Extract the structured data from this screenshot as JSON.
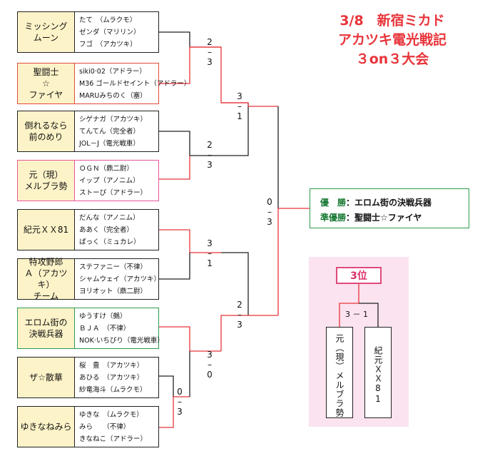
{
  "event_title": [
    "3/8　新宿ミカド",
    "アカツキ電光戦記",
    "３on３大会"
  ],
  "teams": [
    {
      "name": "ミッシング\nムーン",
      "members": [
        "たて　（ムラクモ）",
        "ゼンダ（マリリン）",
        "フゴ　（アカツキ）"
      ]
    },
    {
      "name": "聖闘士\n☆\nファイヤ",
      "members": [
        "siki0·02（アドラー）",
        "M36 ゴールドセイント（アドラー）",
        "MARUみちのく（塞）"
      ]
    },
    {
      "name": "倒れるなら\n前のめり",
      "members": [
        "シゲナガ（アカツキ）",
        "てんてん（完全者）",
        "JOL－J（電光戦車）"
      ]
    },
    {
      "name": "元（現）\nメルブラ勢",
      "members": [
        "ＯＧＮ（鼎二尉）",
        "イップ（アノニム）",
        "ストーぴ（アドラー）"
      ]
    },
    {
      "name": "紀元ＸＸ81",
      "members": [
        "だんな（アノニム）",
        "ああく（完全者）",
        "ぱっく（ミュカレ）"
      ]
    },
    {
      "name": "特攻野郎\nＡ（アカツキ）\nチーム",
      "members": [
        "ステファニー（不律）",
        "シャムウェイ（アカツキ）",
        "ヨリオット（鼎二尉）"
      ]
    },
    {
      "name": "エロム街の\n決戦兵器",
      "members": [
        "ゆうすけ（鵺）",
        "ＢＪＡ　（不律）",
        "NOK·いちびり（電光戦車）"
      ]
    },
    {
      "name": "ザ☆散華",
      "members": [
        "桜　豊　（アカツキ）",
        "あひる　（アカツキ）",
        "紗竜海斗（ムラクモ）"
      ]
    },
    {
      "name": "ゆきなねみら",
      "members": [
        "ゆきな　（ムラクモ）",
        "みら　　（不律）",
        "きなねこ（アドラー）"
      ]
    }
  ],
  "scores": {
    "r1_a": [
      "2",
      "–",
      "3"
    ],
    "r1_b": [
      "2",
      "–",
      "3"
    ],
    "r1_c": [
      "3",
      "–",
      "1"
    ],
    "pre": [
      "0",
      "–",
      "3"
    ],
    "r1_d": [
      "3",
      "–",
      "0"
    ],
    "sf_top": [
      "3",
      "–",
      "1"
    ],
    "sf_bot": [
      "2",
      "–",
      "3"
    ],
    "final": [
      "0",
      "–",
      "3"
    ]
  },
  "result": {
    "winner_label": "優　勝",
    "winner": "：エロム街の決戦兵器",
    "runnerup_label": "準優勝",
    "runnerup": "：聖闘士☆ファイヤ"
  },
  "third_place": {
    "label": "3位",
    "score": "3 － 1",
    "left_team": "元（現）メルブラ勢",
    "right_team": "紀元ＸＸ81"
  },
  "colors": {
    "win_line": "#e8343a",
    "title": "#e8343a",
    "name_bg": "#fdf3c8"
  }
}
